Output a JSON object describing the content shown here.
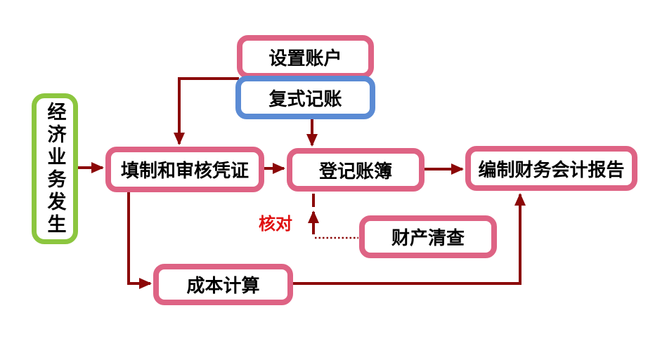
{
  "diagram": {
    "nodes": {
      "economic_business": {
        "label": "经济业务发生",
        "shape": "green-rounded-rect"
      },
      "setup_accounts": {
        "label": "设置账户",
        "shape": "pink-rounded-rect"
      },
      "double_entry": {
        "label": "复式记账",
        "shape": "blue-rounded-rect"
      },
      "fill_audit_vouchers": {
        "label": "填制和审核凭证",
        "shape": "pink-rounded-rect"
      },
      "register_books": {
        "label": "登记账簿",
        "shape": "pink-rounded-rect"
      },
      "financial_report": {
        "label": "编制财务会计报告",
        "shape": "pink-rounded-rect"
      },
      "property_inventory": {
        "label": "财产清查",
        "shape": "pink-rounded-rect"
      },
      "cost_calculation": {
        "label": "成本计算",
        "shape": "pink-rounded-rect"
      }
    },
    "labels": {
      "check": "核对"
    },
    "edges": [
      {
        "from": "economic_business",
        "to": "fill_audit_vouchers",
        "style": "solid-arrow"
      },
      {
        "from": "setup_accounts",
        "to": "fill_audit_vouchers",
        "style": "solid-arrow"
      },
      {
        "from": "double_entry",
        "to": "register_books",
        "style": "solid-arrow"
      },
      {
        "from": "fill_audit_vouchers",
        "to": "register_books",
        "style": "solid-arrow"
      },
      {
        "from": "register_books",
        "to": "financial_report",
        "style": "solid-arrow"
      },
      {
        "from": "fill_audit_vouchers",
        "to": "cost_calculation",
        "style": "solid-arrow"
      },
      {
        "from": "cost_calculation",
        "to": "financial_report",
        "style": "solid-arrow"
      },
      {
        "from": "property_inventory",
        "to": "register_books",
        "style": "dotted-arrow",
        "label": "核对"
      }
    ],
    "colors": {
      "node-pink": "#DE6384",
      "node-blue": "#5B8BD4",
      "node-green": "#8CC63F",
      "arrow": "#8B0707",
      "check-red": "#E01010",
      "text": "#000000",
      "background": "#FFFFFF"
    }
  }
}
